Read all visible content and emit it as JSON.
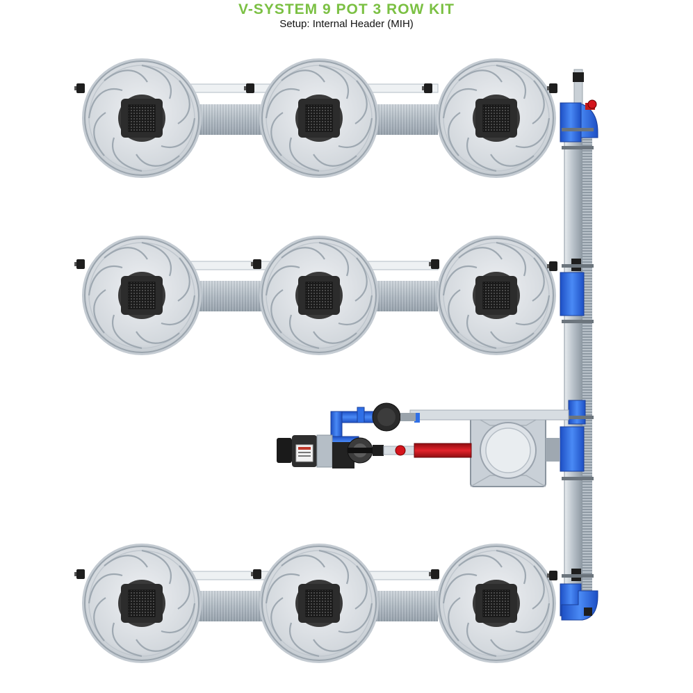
{
  "header": {
    "title": "V-SYSTEM 9 POT 3 ROW KIT",
    "subtitle": "Setup: Internal Header (MIH)"
  },
  "colors": {
    "title_green": "#7bc043",
    "pot_fill": "#d9dde2",
    "pot_rim": "#aab3bd",
    "pipe_blue": "#2f6fe6",
    "pipe_red": "#d4141c",
    "netcup": "#2b2b2b",
    "tubing": "#c5ccd3"
  },
  "layout": {
    "pot_rows": 3,
    "pots_per_row": 3,
    "pot_count": 9
  },
  "icons": {
    "pot": "grow-pot-icon",
    "pump": "water-pump-icon",
    "valve": "valve-icon",
    "reservoir": "control-bucket-icon"
  }
}
